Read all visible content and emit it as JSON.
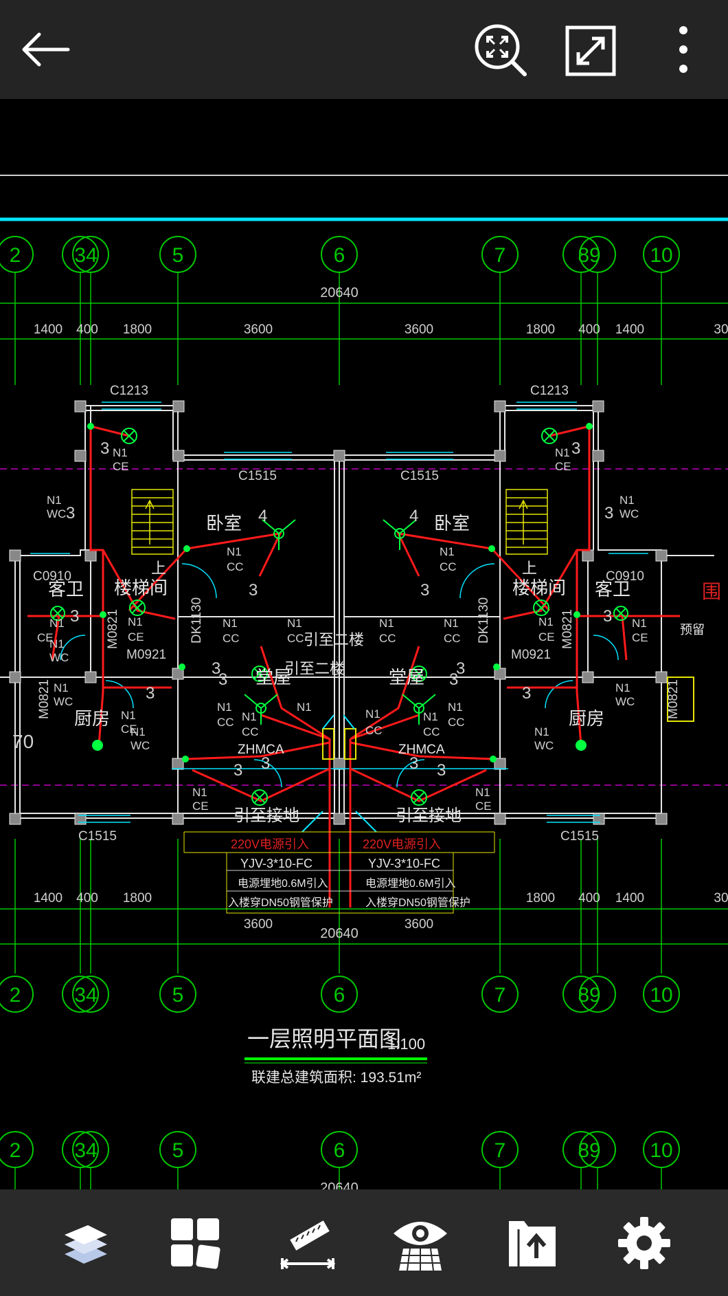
{
  "toolbar": {
    "back_icon": "arrow-left-icon",
    "zoom_extents_icon": "zoom-extents-icon",
    "fullscreen_icon": "fullscreen-icon",
    "more_icon": "more-vertical-icon"
  },
  "drawing": {
    "grid_labels": [
      "2",
      "34",
      "5",
      "6",
      "7",
      "89",
      "10"
    ],
    "total_width": "20640",
    "dims_top": [
      "1400",
      "400",
      "1800",
      "3600",
      "3600",
      "1800",
      "400",
      "1400",
      "30"
    ],
    "dims_bottom_left": [
      "1400",
      "400",
      "1800"
    ],
    "dims_bottom_right": [
      "1800",
      "400",
      "1400",
      "30"
    ],
    "dims_bottom_mid": [
      "3600",
      "3600"
    ],
    "windows": {
      "c1213": "C1213",
      "c1515": "C1515",
      "c0910": "C0910",
      "m0921": "M0921",
      "m0821": "M0821",
      "dk1130": "DK1130"
    },
    "rooms": {
      "bedroom": "卧室",
      "guest_wc": "客卫",
      "stair": "楼梯间",
      "hall": "堂屋",
      "kitchen": "厨房",
      "up": "上"
    },
    "notes": {
      "to_second_floor": "引至二楼",
      "to_ground": "引至接地",
      "reserved": "预留",
      "panel": "ZHMCA",
      "incoming": "220V电源引入",
      "cable": "YJV-3*10-FC",
      "buried": "电源埋地0.6M引入",
      "conduit": "入楼穿DN50钢管保护",
      "partial_left": "70",
      "partial_right": "围"
    },
    "circuit_labels": {
      "n1": "N1",
      "ce": "CE",
      "cc": "CC",
      "wc": "WC",
      "n3": "3",
      "n4": "4"
    },
    "title": "一层照明平面图",
    "scale": "1:100",
    "area_note": "联建总建筑面积: 193.51m²"
  },
  "bottom_toolbar": {
    "layers_icon": "layers-icon",
    "layouts_icon": "layouts-icon",
    "measure_icon": "measure-ruler-icon",
    "view_icon": "view-eye-icon",
    "file_icon": "file-export-icon",
    "settings_icon": "settings-gear-icon"
  },
  "colors": {
    "toolbar_bg": "#242424",
    "canvas_bg": "#000000",
    "grid_green": "#00c800",
    "wall_white": "#e6e6e6",
    "circuit_red": "#ff1a1a",
    "cyan": "#00e5ff",
    "yellow": "#e6e600",
    "magenta": "#c000c0"
  }
}
